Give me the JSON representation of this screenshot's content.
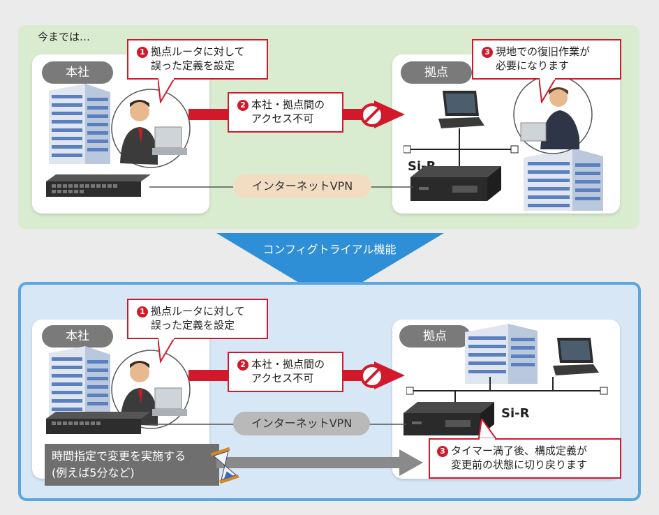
{
  "top": {
    "caption": "今までは…",
    "hq_label": "本社",
    "branch_label": "拠点",
    "callout1": {
      "num": "1",
      "line1": "拠点ルータに対して",
      "line2": "誤った定義を設定"
    },
    "callout2": {
      "num": "2",
      "line1": "本社・拠点間の",
      "line2": "アクセス不可"
    },
    "callout3": {
      "num": "3",
      "line1": "現地での復旧作業が",
      "line2": "必要になります"
    },
    "vpn": "インターネットVPN",
    "device": "Si-R"
  },
  "transition": {
    "label": "コンフィグトライアル機能"
  },
  "bottom": {
    "hq_label": "本社",
    "branch_label": "拠点",
    "callout1": {
      "num": "1",
      "line1": "拠点ルータに対して",
      "line2": "誤った定義を設定"
    },
    "callout2": {
      "num": "2",
      "line1": "本社・拠点間の",
      "line2": "アクセス不可"
    },
    "callout3": {
      "num": "3",
      "line1": "タイマー満了後、構成定義が",
      "line2": "変更前の状態に切り戻ります"
    },
    "vpn": "インターネットVPN",
    "device": "Si-R",
    "timer_note": {
      "line1": "時間指定で変更を実施する",
      "line2": "(例えば5分など)"
    }
  },
  "colors": {
    "accent_red": "#d2192b",
    "top_bg": "#d9ecd0",
    "bottom_bg": "#d8e7f5",
    "bottom_border": "#5aa6e0",
    "arrow_blue": "#2f8fd6"
  }
}
